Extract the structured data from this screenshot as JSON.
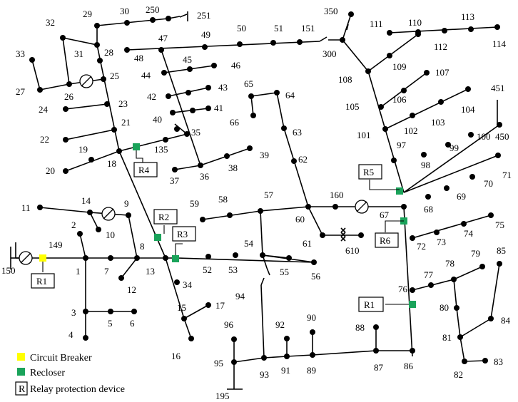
{
  "nodes": {
    "1": "1",
    "2": "2",
    "3": "3",
    "4": "4",
    "5": "5",
    "6": "6",
    "7": "7",
    "8": "8",
    "9": "9",
    "10": "10",
    "11": "11",
    "12": "12",
    "13": "13",
    "14": "14",
    "15": "15",
    "16": "16",
    "17": "17",
    "18": "18",
    "19": "19",
    "20": "20",
    "21": "21",
    "22": "22",
    "23": "23",
    "24": "24",
    "25": "25",
    "26": "26",
    "27": "27",
    "28": "28",
    "29": "29",
    "30": "30",
    "31": "31",
    "32": "32",
    "33": "33",
    "34": "34",
    "35": "35",
    "36": "36",
    "37": "37",
    "38": "38",
    "39": "39",
    "40": "40",
    "41": "41",
    "42": "42",
    "43": "43",
    "44": "44",
    "45": "45",
    "46": "46",
    "47": "47",
    "48": "48",
    "49": "49",
    "50": "50",
    "51": "51",
    "52": "52",
    "53": "53",
    "54": "54",
    "55": "55",
    "56": "56",
    "57": "57",
    "58": "58",
    "59": "59",
    "60": "60",
    "61": "61",
    "62": "62",
    "63": "63",
    "64": "64",
    "65": "65",
    "66": "66",
    "67": "67",
    "68": "68",
    "69": "69",
    "70": "70",
    "71": "71",
    "72": "72",
    "73": "73",
    "74": "74",
    "75": "75",
    "76": "76",
    "77": "77",
    "78": "78",
    "79": "79",
    "80": "80",
    "81": "81",
    "82": "82",
    "83": "83",
    "84": "84",
    "85": "85",
    "86": "86",
    "87": "87",
    "88": "88",
    "89": "89",
    "90": "90",
    "91": "91",
    "92": "92",
    "93": "93",
    "94": "94",
    "95": "95",
    "96": "96",
    "97": "97",
    "98": "98",
    "99": "99",
    "100": "100",
    "101": "101",
    "102": "102",
    "103": "103",
    "104": "104",
    "105": "105",
    "106": "106",
    "107": "107",
    "108": "108",
    "109": "109",
    "110": "110",
    "111": "111",
    "112": "112",
    "113": "113",
    "114": "114",
    "135": "135",
    "149": "149",
    "150": "150",
    "151": "151",
    "160": "160",
    "195": "195",
    "250": "250",
    "251": "251",
    "300": "300",
    "350": "350",
    "450": "450",
    "451": "451",
    "610": "610"
  },
  "relays": {
    "r1_left": "R1",
    "r1_right": "R1",
    "r2": "R2",
    "r3": "R3",
    "r4": "R4",
    "r5": "R5",
    "r6": "R6"
  },
  "legend": {
    "circuit_breaker": "Circuit Breaker",
    "recloser": "Recloser",
    "relay_symbol": "R",
    "relay_device": "Relay protection device"
  },
  "colors": {
    "circuit_breaker": "#ffff00",
    "recloser": "#1aa35a",
    "line": "#000000"
  }
}
